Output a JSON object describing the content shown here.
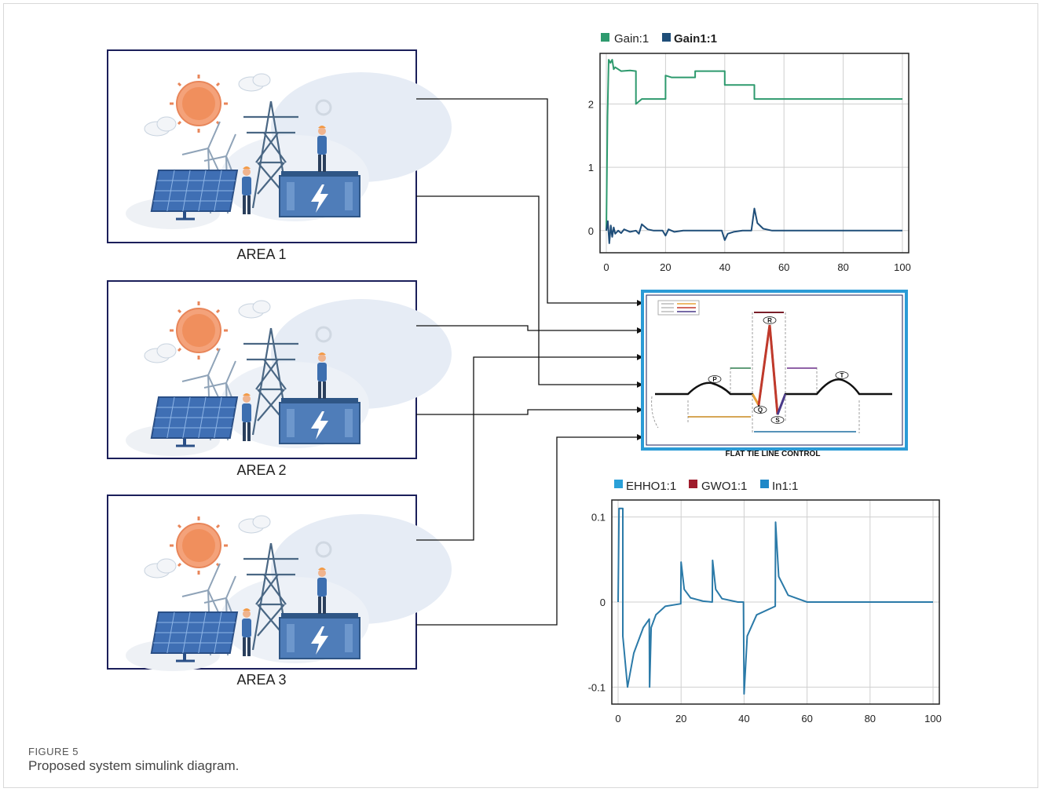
{
  "areas": [
    {
      "label": "AREA 1"
    },
    {
      "label": "AREA 2"
    },
    {
      "label": "AREA 3"
    }
  ],
  "controller": {
    "label": "FLAT TIE LINE CONTROL",
    "wave_letters": [
      "P",
      "Q",
      "R",
      "S",
      "T"
    ]
  },
  "figure": {
    "label": "FIGURE 5",
    "caption": "Proposed system simulink diagram."
  },
  "chart_data": [
    {
      "type": "line",
      "legend": [
        "Gain:1",
        "Gain1:1"
      ],
      "legend_colors": [
        "#2e9a6e",
        "#1f4e79"
      ],
      "xlim": [
        0,
        100
      ],
      "ylim": [
        -0.35,
        2.8
      ],
      "xticks": [
        0,
        20,
        40,
        60,
        80,
        100
      ],
      "yticks": [
        0,
        1,
        2
      ],
      "grid": true,
      "series": [
        {
          "name": "Gain:1",
          "color": "#2e9a6e",
          "x": [
            0,
            0.4,
            0.8,
            1.4,
            2.0,
            2.5,
            3.0,
            5,
            8,
            10,
            10,
            12,
            19,
            20,
            20,
            22,
            29,
            30,
            30,
            39,
            40,
            40,
            49,
            50,
            50,
            60,
            100
          ],
          "y": [
            0,
            1.8,
            2.7,
            2.65,
            2.7,
            2.55,
            2.58,
            2.52,
            2.53,
            2.52,
            2.0,
            2.08,
            2.08,
            2.08,
            2.45,
            2.42,
            2.42,
            2.42,
            2.52,
            2.52,
            2.52,
            2.3,
            2.3,
            2.3,
            2.08,
            2.08,
            2.08
          ]
        },
        {
          "name": "Gain1:1",
          "color": "#1f4e79",
          "x": [
            0,
            0.5,
            1,
            1.5,
            2,
            2.5,
            3,
            4,
            5,
            6,
            8,
            10,
            11,
            12,
            14,
            16,
            19,
            20,
            21,
            23,
            26,
            30,
            35,
            39,
            40,
            41,
            43,
            46,
            49,
            50,
            51,
            53,
            56,
            60,
            100
          ],
          "y": [
            0,
            0.15,
            -0.2,
            0.08,
            -0.1,
            0.05,
            -0.05,
            0.0,
            -0.04,
            0.02,
            -0.02,
            0.0,
            -0.05,
            0.1,
            0.02,
            0.0,
            0.0,
            -0.08,
            0.02,
            -0.02,
            0.0,
            0.0,
            0.0,
            0.0,
            -0.15,
            -0.05,
            -0.02,
            0.0,
            0.0,
            0.35,
            0.12,
            0.03,
            0.0,
            0.0,
            0.0
          ]
        }
      ]
    },
    {
      "type": "line",
      "legend": [
        "EHHO1:1",
        "GWO1:1",
        "In1:1"
      ],
      "legend_colors": [
        "#2aa0d8",
        "#a01c2c",
        "#1e88c8"
      ],
      "xlim": [
        0,
        100
      ],
      "ylim": [
        -0.12,
        0.12
      ],
      "xticks": [
        0,
        20,
        40,
        60,
        80,
        100
      ],
      "yticks": [
        -0.1,
        0,
        0.1
      ],
      "grid": true,
      "series": [
        {
          "name": "In1:1",
          "color": "#2b7aa8",
          "x": [
            0,
            0.3,
            0.5,
            1.5,
            1.5,
            3,
            5,
            8,
            9.9,
            10,
            10.5,
            12,
            15,
            19.9,
            20,
            21,
            23,
            27,
            29.9,
            30,
            31,
            33,
            38,
            39.8,
            40,
            41,
            44,
            49.9,
            50,
            51,
            54,
            60,
            100
          ],
          "y": [
            0,
            0.11,
            0.11,
            0.11,
            -0.04,
            -0.1,
            -0.06,
            -0.03,
            -0.02,
            -0.1,
            -0.03,
            -0.015,
            -0.005,
            -0.002,
            0.047,
            0.015,
            0.005,
            0.001,
            0.0,
            0.049,
            0.015,
            0.004,
            0.0,
            0.0,
            -0.108,
            -0.04,
            -0.015,
            -0.005,
            0.094,
            0.03,
            0.008,
            0.0,
            0.0
          ]
        }
      ]
    }
  ]
}
